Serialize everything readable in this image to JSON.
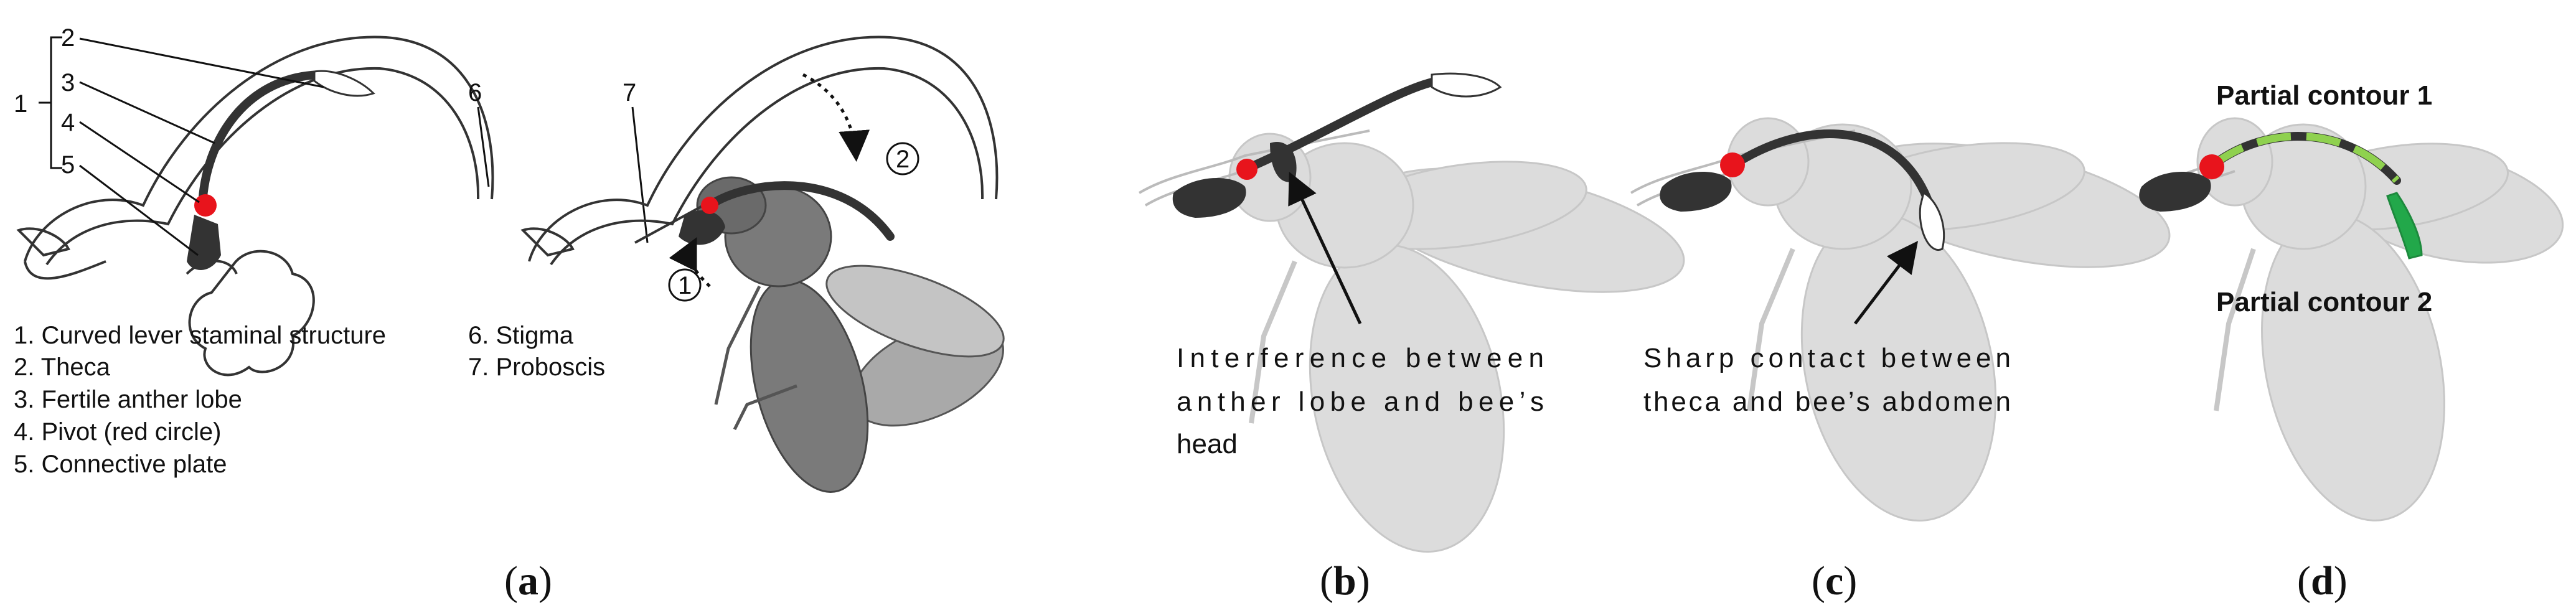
{
  "panel_a": {
    "bracket_number": "1",
    "callouts": [
      "2",
      "3",
      "4",
      "5",
      "6",
      "7"
    ],
    "bee_path_markers": [
      "1",
      "2"
    ],
    "legend_left": [
      "1. Curved lever staminal structure",
      "2. Theca",
      "3. Fertile anther lobe",
      "4. Pivot (red circle)",
      "5. Connective plate"
    ],
    "legend_right": [
      "6. Stigma",
      "7. Proboscis"
    ],
    "caption_letter": "a"
  },
  "panel_b": {
    "note_lines": [
      "Interference between",
      "anther lobe and bee’s",
      "head"
    ],
    "caption_letter": "b"
  },
  "panel_c": {
    "note_lines": [
      "Sharp contact between",
      "theca and bee’s abdomen"
    ],
    "caption_letter": "c"
  },
  "panel_d": {
    "contour_1_label": "Partial contour 1",
    "contour_2_label": "Partial contour 2",
    "caption_letter": "d"
  },
  "colors": {
    "pivot": "#e8141c",
    "stamen": "#333333",
    "bee_dark": "#7a7a7a",
    "bee_faded": "#d9d9d9",
    "contour_light": "#8fd14f",
    "contour_dark": "#22a84a"
  }
}
